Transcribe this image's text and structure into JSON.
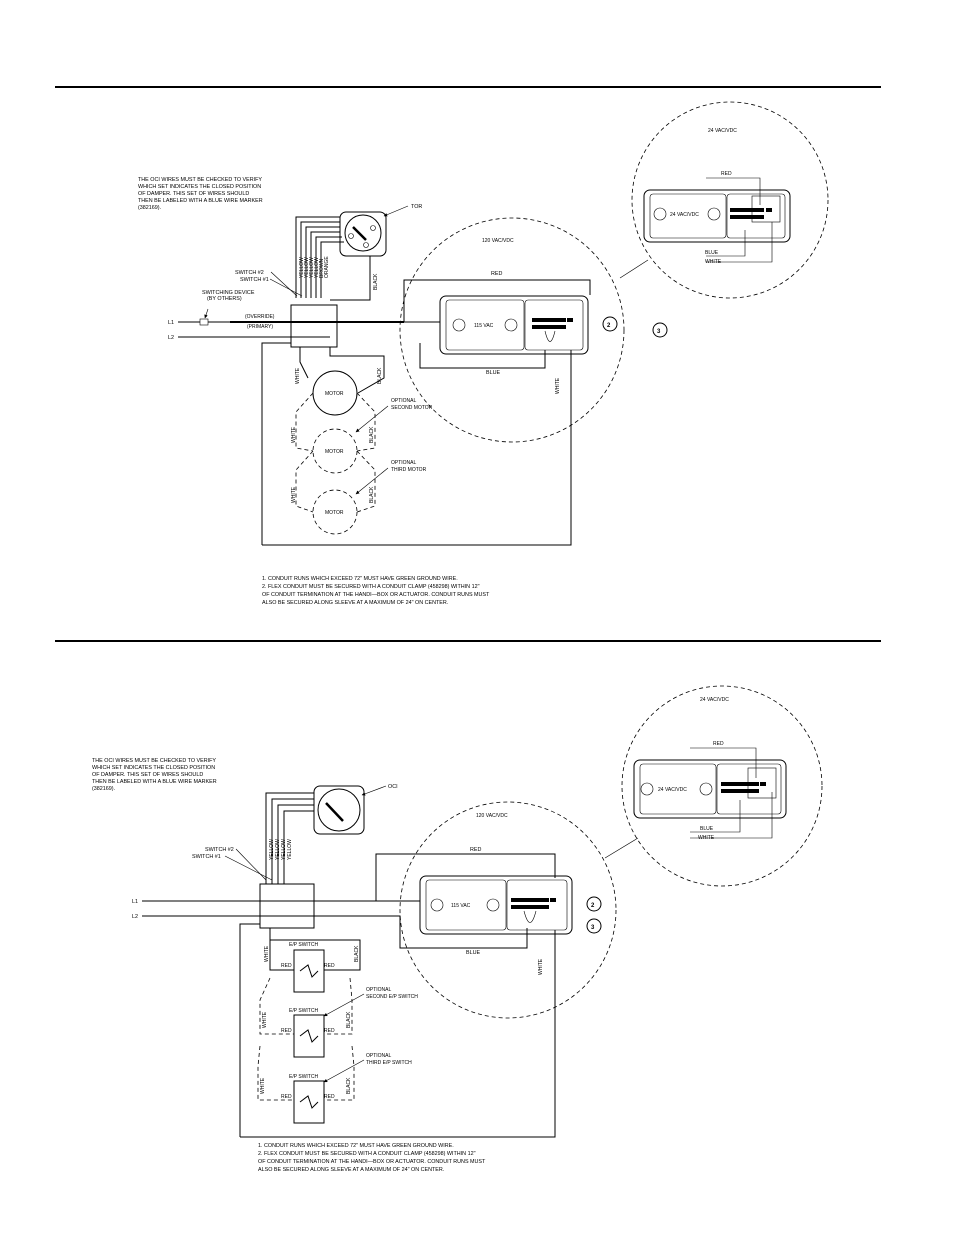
{
  "diagram1": {
    "note": [
      "THE OCI WIRES MUST BE CHECKED TO VERIFY",
      "WHICH SET INDICATES THE CLOSED POSITION",
      "OF DAMPER. THIS SET OF WIRES SHOULD",
      "THEN BE LABELED WITH A BLUE WIRE MARKER",
      "(382169)."
    ],
    "tor_label": "TOR",
    "wire_colors": [
      "YELLOW",
      "YELLOW",
      "YELLOW",
      "YELLOW",
      "BROWN",
      "ORANGE"
    ],
    "black": "BLACK",
    "white": "WHITE",
    "switch2": "SWITCH #2",
    "switch1": "SWITCH #1",
    "switching_device": [
      "SWITCHING DEVICE",
      "(BY OTHERS)"
    ],
    "l1": "L1",
    "l2": "L2",
    "override": "(OVERRIDE)",
    "primary": "(PRIMARY)",
    "motor": "MOTOR",
    "optional_second": [
      "OPTIONAL",
      "SECOND MOTOR"
    ],
    "optional_third": [
      "OPTIONAL",
      "THIRD MOTOR"
    ],
    "red": "RED",
    "blue": "BLUE",
    "vac120": "120 VAC/VDC",
    "vac115": "115 VAC",
    "vac24_title": "24 VAC/VDC",
    "vac24_label": "24 VAC/VDC",
    "badge2": "2",
    "badge3": "3",
    "conduit_notes": [
      "1. CONDUIT RUNS WHICH EXCEED 72\" MUST HAVE GREEN GROUND WIRE.",
      "2. FLEX CONDUIT MUST BE SECURED WITH A CONDUIT CLAMP (458298) WITHIN 12\"",
      "OF CONDUIT TERMINATION AT THE HANDI—BOX OR ACTUATOR. CONDUIT RUNS MUST",
      "ALSO BE SECURED ALONG SLEEVE AT A MAXIMUM OF 24\" ON CENTER."
    ]
  },
  "diagram2": {
    "note": [
      "THE OCI WIRES MUST BE CHECKED TO VERIFY",
      "WHICH SET INDICATES THE CLOSED POSITION",
      "OF DAMPER. THIS SET OF WIRES SHOULD",
      "THEN BE LABELED WITH A BLUE WIRE MARKER",
      "(382169)."
    ],
    "oci_label": "OCI",
    "wire_colors": [
      "YELLOW",
      "YELLOW",
      "YELLOW",
      "YELLOW"
    ],
    "black": "BLACK",
    "white": "WHITE",
    "switch2": "SWITCH #2",
    "switch1": "SWITCH #1",
    "l1": "L1",
    "l2": "L2",
    "ep_switch": "E/P SWITCH",
    "optional_second": [
      "OPTIONAL",
      "SECOND E/P SWITCH"
    ],
    "optional_third": [
      "OPTIONAL",
      "THIRD E/P SWITCH"
    ],
    "red": "RED",
    "blue": "BLUE",
    "vac120": "120 VAC/VDC",
    "vac115": "115 VAC",
    "vac24_title": "24 VAC/VDC",
    "vac24_label": "24 VAC/VDC",
    "badge2": "2",
    "badge3": "3",
    "conduit_notes": [
      "1. CONDUIT RUNS WHICH EXCEED 72\" MUST HAVE GREEN GROUND WIRE.",
      "2. FLEX CONDUIT MUST BE SECURED WITH A CONDUIT CLAMP (458298) WITHIN 12\"",
      "OF CONDUIT TERMINATION AT THE HANDI—BOX OR ACTUATOR. CONDUIT RUNS MUST",
      "ALSO BE SECURED ALONG SLEEVE AT A MAXIMUM OF 24\" ON CENTER."
    ]
  }
}
